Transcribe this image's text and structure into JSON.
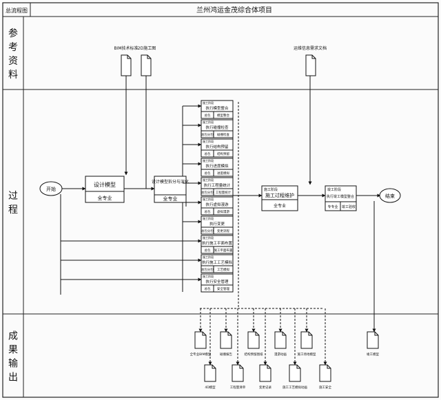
{
  "header": {
    "left_label": "总流程图",
    "title": "兰州鸿运金茂综合体项目"
  },
  "lanes": [
    {
      "label": "参考资料"
    },
    {
      "label": "过程"
    },
    {
      "label": "成果输出"
    }
  ],
  "references": [
    {
      "label": "BIM技术标准"
    },
    {
      "label": "2D施工图"
    },
    {
      "label": "运维信息需求文档"
    }
  ],
  "process": {
    "start": "开始",
    "design_model": {
      "title": "设计模型",
      "sub": "全专业"
    },
    "deepen_model": {
      "title": "设计模型拆分与深化",
      "sub": "全专业"
    },
    "construction": {
      "tag": "施工阶段",
      "title": "施工过程维护",
      "sub": "全专业"
    },
    "completion": {
      "tag": "竣工阶段",
      "title": "执行竣工模型整合",
      "sub1": "专专业",
      "sub2": "竣工验收"
    },
    "end": "结束"
  },
  "tasks": [
    {
      "tag": "施工阶段",
      "title": "执行模型整合",
      "left": "总包",
      "right": "模型整合"
    },
    {
      "tag": "施工阶段",
      "title": "执行碰撞检查",
      "left": "总包分包",
      "right": "碰撞检查"
    },
    {
      "tag": "施工阶段",
      "title": "执行结构预留",
      "left": "总包",
      "right": "结构预留"
    },
    {
      "tag": "施工阶段",
      "title": "执行进度模拟",
      "left": "总包",
      "right": "进度模拟"
    },
    {
      "tag": "施工阶段",
      "title": "执行工程量统计",
      "left": "总包分包",
      "right": "工程量统计"
    },
    {
      "tag": "施工阶段",
      "title": "执行虚拟漫游",
      "left": "总包",
      "right": "虚拟漫游"
    },
    {
      "tag": "施工阶段",
      "title": "执行变更",
      "left": "总包分包",
      "right": "变更流程"
    },
    {
      "tag": "施工阶段",
      "title": "执行施工平面布置",
      "left": "总包",
      "right": "施工平面布置"
    },
    {
      "tag": "施工阶段",
      "title": "执行施工工艺模拟",
      "left": "总包分包",
      "right": "工艺模拟"
    },
    {
      "tag": "施工阶段",
      "title": "执行安全管理",
      "left": "总包",
      "right": "安全管理"
    }
  ],
  "outputs": [
    {
      "label": "全专业BIM模型"
    },
    {
      "label": "碰撞报告"
    },
    {
      "label": "结构预留图纸"
    },
    {
      "label": "漫游动画"
    },
    {
      "label": "施工场地模型"
    },
    {
      "label": "4D模型"
    },
    {
      "label": "工程量清单"
    },
    {
      "label": "变更记录"
    },
    {
      "label": "施工工艺模拟动画"
    },
    {
      "label": "施工安全"
    },
    {
      "label": "竣工模型"
    }
  ]
}
